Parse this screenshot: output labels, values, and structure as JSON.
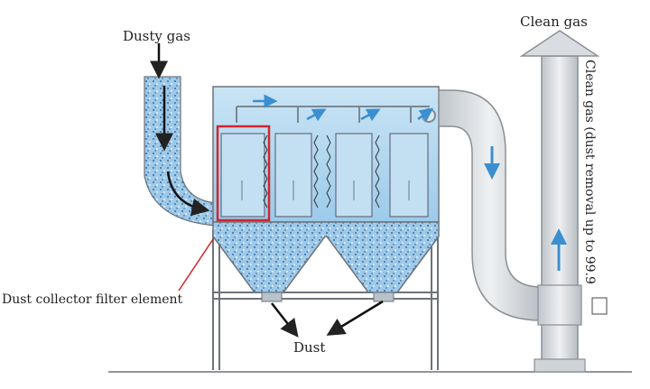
{
  "labels": {
    "dusty_gas": "Dusty gas",
    "clean_gas_top": "Clean gas",
    "clean_gas_side": "Clean gas (dust removal up to 99.9",
    "filter_element": "Dust collector filter element",
    "dust": "Dust"
  },
  "colors": {
    "water_blue": "#a9d4ee",
    "deep_blue": "#3b8fd0",
    "pipe_grey": "#d9dde1",
    "pipe_edge": "#8a8f94",
    "highlight_red": "#d0262c",
    "frame": "#6d737a",
    "arrow": "#222222"
  }
}
